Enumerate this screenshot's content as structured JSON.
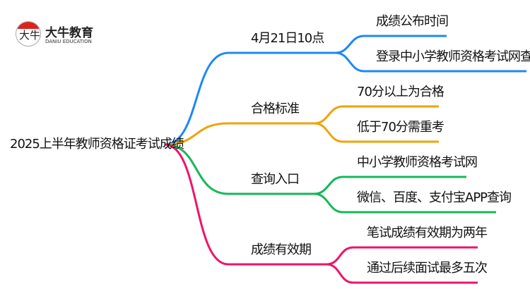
{
  "logo": {
    "cn": "大牛教育",
    "en": "DANIU EDUCATION",
    "badge": "大牛"
  },
  "root": "2025上半年教师资格证考试成绩",
  "branches": [
    {
      "label": "4月21日10点",
      "color": "#1e88f5",
      "leaves": [
        "成绩公布时间",
        "登录中小学教师资格考试网查询"
      ]
    },
    {
      "label": "合格标准",
      "color": "#f0a30a",
      "leaves": [
        "70分以上为合格",
        "低于70分需重考"
      ]
    },
    {
      "label": "查询入口",
      "color": "#14b85a",
      "leaves": [
        "中小学教师资格考试网",
        "微信、百度、支付宝APP查询"
      ]
    },
    {
      "label": "成绩有效期",
      "color": "#f0136a",
      "leaves": [
        "笔试成绩有效期为两年",
        "通过后续面试最多五次"
      ]
    }
  ]
}
